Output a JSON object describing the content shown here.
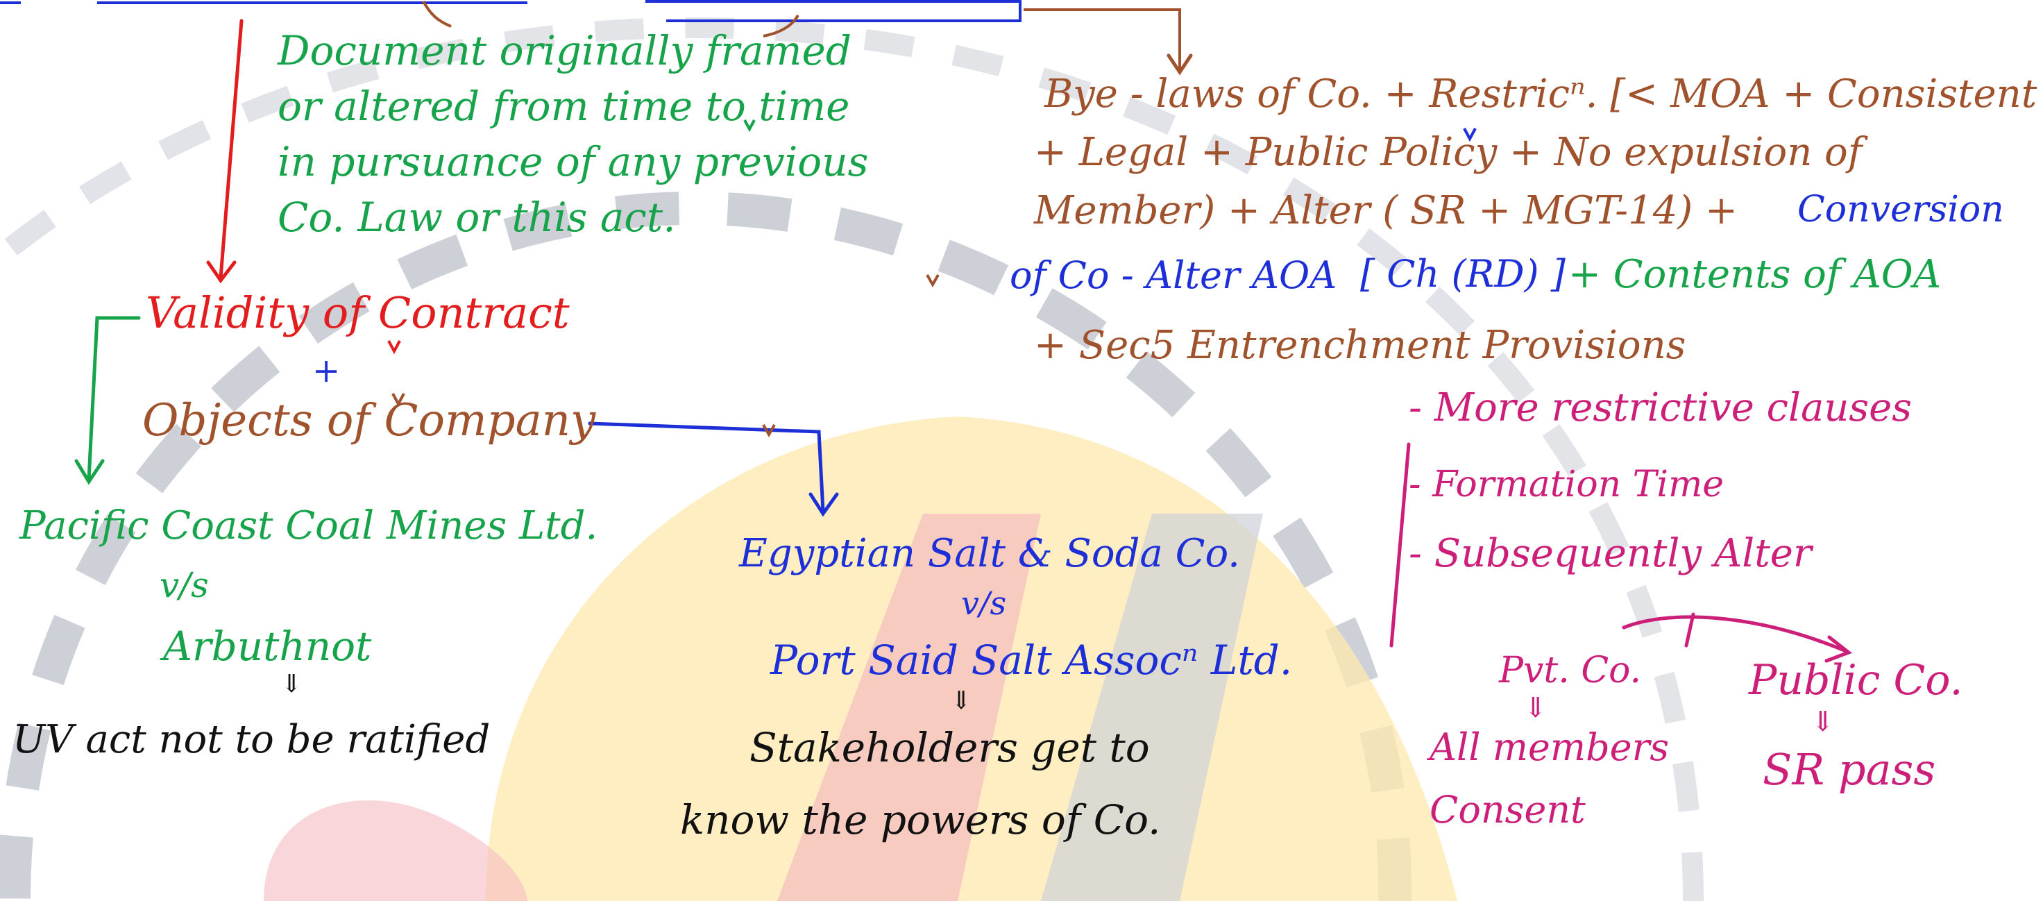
{
  "colors": {
    "green": "#16a34a",
    "red": "#e11d1d",
    "brown": "#a0522d",
    "blue": "#1d2fd6",
    "black": "#111111",
    "magenta": "#cc1f7a",
    "watermark_gray": "#c9ccd4",
    "watermark_yellow": "#fde7a6",
    "watermark_pink": "#f4b4b9"
  },
  "notes": {
    "definition_1": "Document originally framed",
    "definition_2": "or altered from time to time",
    "definition_3": "in pursuance of any previous",
    "definition_4": "Co. Law or this act.",
    "byelaws_1": "Bye - laws of Co. + Restricⁿ. [< MOA + Consistent",
    "byelaws_2": "+ Legal + Public Policy + No expulsion of",
    "byelaws_3a": "Member) + Alter ( SR + MGT-14) +",
    "byelaws_3b": "Conversion",
    "byelaws_4a": "of Co - Alter AOA",
    "byelaws_4b": "[ Ch (RD) ]",
    "byelaws_4c": "+ Contents of AOA",
    "byelaws_5": "+ Sec5 Entrenchment Provisions",
    "entrench_1": "- More restrictive clauses",
    "entrench_2": "- Formation Time",
    "entrench_3": "- Subsequently Alter",
    "pvt_co": "Pvt. Co.",
    "pvt_consent_1": "All members",
    "pvt_consent_2": "Consent",
    "public_co": "Public Co.",
    "public_sr": "SR pass",
    "validity": "Validity of Contract",
    "plus": "+",
    "objects": "Objects of Company",
    "pacific_1": "Pacific Coast Coal Mines Ltd.",
    "pacific_vs": "v/s",
    "pacific_2": "Arbuthnot",
    "uv_act": "UV act not to be ratified",
    "egyptian_1": "Egyptian Salt & Soda Co.",
    "egyptian_vs": "v/s",
    "egyptian_2": "Port Said Salt Assocⁿ Ltd.",
    "stake_1": "Stakeholders get to",
    "stake_2": "know the powers of Co."
  }
}
